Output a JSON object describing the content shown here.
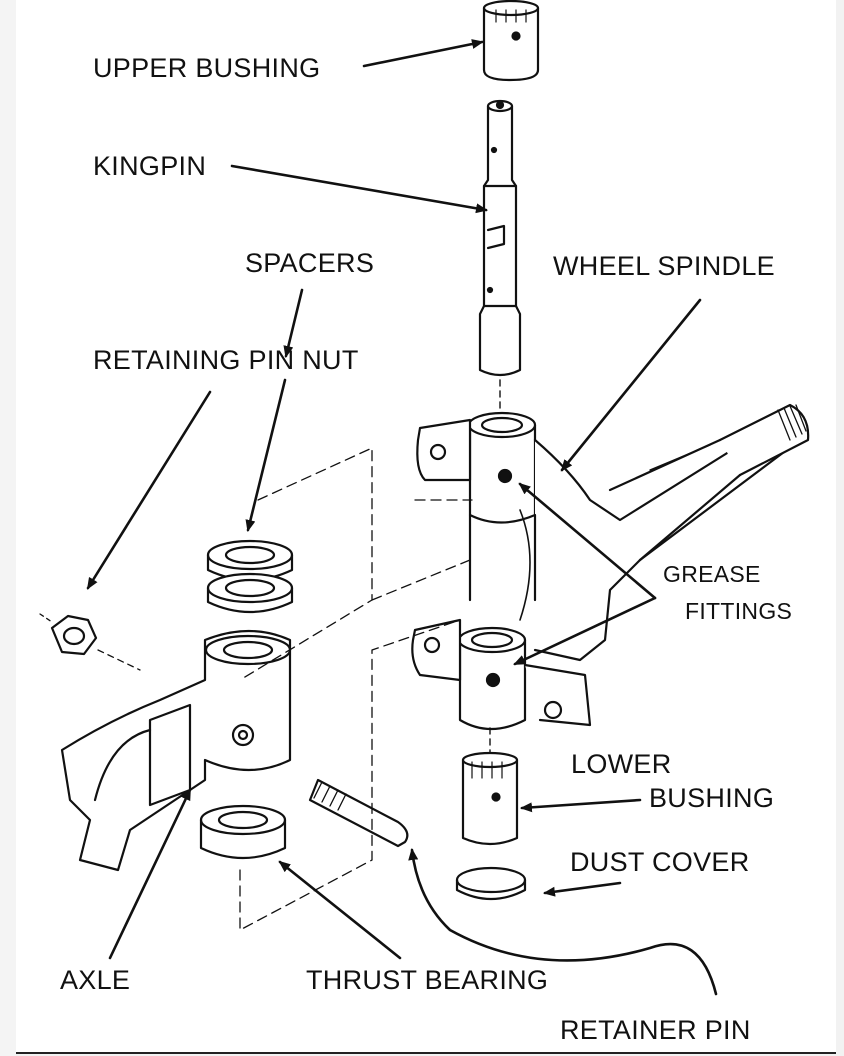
{
  "diagram": {
    "labels": {
      "upper_bushing": "UPPER BUSHING",
      "kingpin": "KINGPIN",
      "spacers": "SPACERS",
      "wheel_spindle": "WHEEL SPINDLE",
      "retaining_pin_nut": "RETAINING PIN NUT",
      "grease_fittings_line1": "GREASE",
      "grease_fittings_line2": "FITTINGS",
      "lower_bushing_line1": "LOWER",
      "lower_bushing_line2": "BUSHING",
      "dust_cover": "DUST COVER",
      "axle": "AXLE",
      "thrust_bearing": "THRUST BEARING",
      "retainer_pin": "RETAINER PIN"
    }
  }
}
